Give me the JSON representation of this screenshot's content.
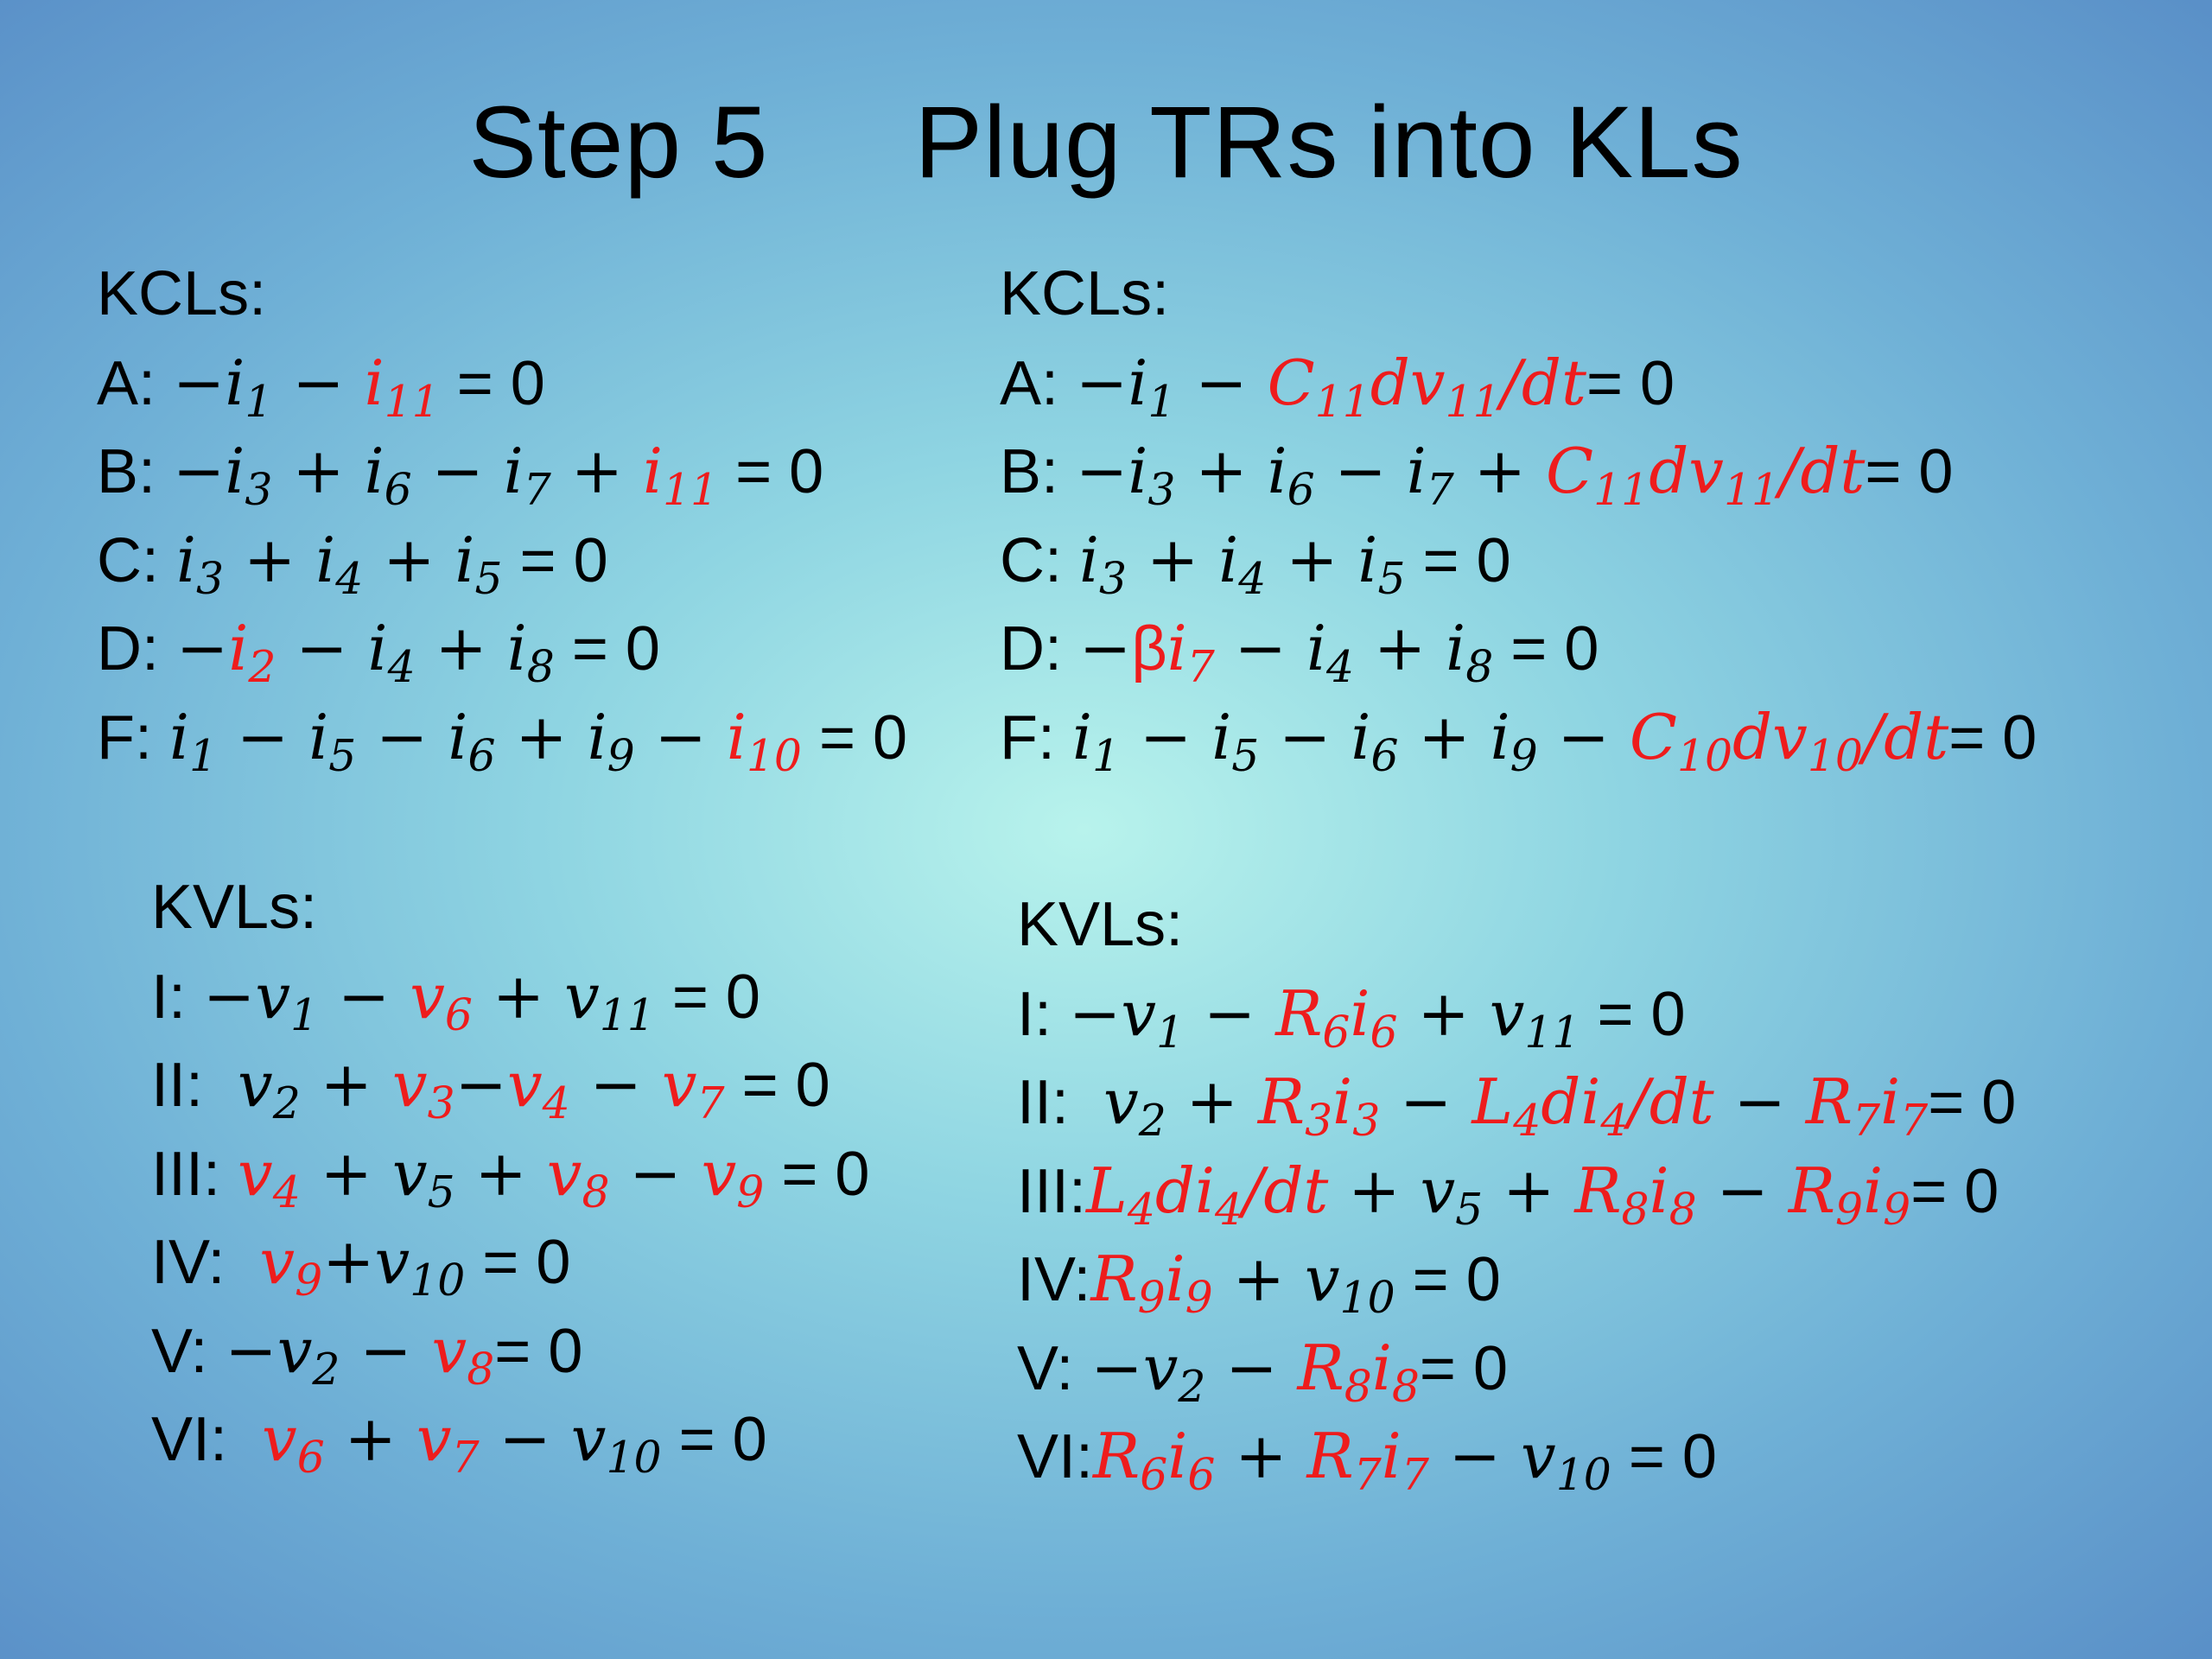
{
  "title": "Step 5     Plug TRs into KLs",
  "colors": {
    "highlight": "#ee1c1c",
    "text": "#000000"
  },
  "kcl_left": {
    "heading": "KCLs:",
    "lines": [
      {
        "label": "A: ",
        "parts": [
          {
            "t": "−"
          },
          {
            "t": "i",
            "sub": "1"
          },
          {
            "t": " − "
          },
          {
            "t": "i",
            "sub": "11",
            "red": true
          },
          {
            "t": " = 0",
            "n": true
          }
        ]
      },
      {
        "label": "B: ",
        "parts": [
          {
            "t": "−"
          },
          {
            "t": "i",
            "sub": "3"
          },
          {
            "t": " + "
          },
          {
            "t": "i",
            "sub": "6"
          },
          {
            "t": " − "
          },
          {
            "t": "i",
            "sub": "7"
          },
          {
            "t": " + "
          },
          {
            "t": "i",
            "sub": "11",
            "red": true
          },
          {
            "t": " = 0",
            "n": true
          }
        ]
      },
      {
        "label": "C: ",
        "parts": [
          {
            "t": "i",
            "sub": "3"
          },
          {
            "t": " + "
          },
          {
            "t": "i",
            "sub": "4"
          },
          {
            "t": " + "
          },
          {
            "t": "i",
            "sub": "5"
          },
          {
            "t": " = 0",
            "n": true
          }
        ]
      },
      {
        "label": "D: ",
        "parts": [
          {
            "t": "−"
          },
          {
            "t": "i",
            "sub": "2",
            "red": true
          },
          {
            "t": " − "
          },
          {
            "t": "i",
            "sub": "4"
          },
          {
            "t": " + "
          },
          {
            "t": "i",
            "sub": "8"
          },
          {
            "t": " = 0",
            "n": true
          }
        ]
      },
      {
        "label": "F: ",
        "parts": [
          {
            "t": "i",
            "sub": "1"
          },
          {
            "t": " − "
          },
          {
            "t": "i",
            "sub": "5"
          },
          {
            "t": " − "
          },
          {
            "t": "i",
            "sub": "6"
          },
          {
            "t": " + "
          },
          {
            "t": "i",
            "sub": "9"
          },
          {
            "t": " − "
          },
          {
            "t": "i",
            "sub": "10",
            "red": true
          },
          {
            "t": " = 0",
            "n": true
          }
        ]
      }
    ]
  },
  "kcl_right": {
    "heading": "KCLs:",
    "lines": [
      {
        "label": "A: ",
        "parts": [
          {
            "t": "−"
          },
          {
            "t": "i",
            "sub": "1"
          },
          {
            "t": " − "
          },
          {
            "t": "C",
            "sub": "11",
            "red": true
          },
          {
            "t": "dv",
            "sub": "11",
            "red": true
          },
          {
            "t": "/dt",
            "red": true
          },
          {
            "t": "= 0",
            "n": true
          }
        ]
      },
      {
        "label": "B: ",
        "parts": [
          {
            "t": "−"
          },
          {
            "t": "i",
            "sub": "3"
          },
          {
            "t": " + "
          },
          {
            "t": "i",
            "sub": "6"
          },
          {
            "t": " − "
          },
          {
            "t": "i",
            "sub": "7"
          },
          {
            "t": " + "
          },
          {
            "t": "C",
            "sub": "11",
            "red": true
          },
          {
            "t": "dv",
            "sub": "11",
            "red": true
          },
          {
            "t": "/dt",
            "red": true
          },
          {
            "t": "= 0",
            "n": true
          }
        ]
      },
      {
        "label": "C: ",
        "parts": [
          {
            "t": "i",
            "sub": "3"
          },
          {
            "t": " + "
          },
          {
            "t": "i",
            "sub": "4"
          },
          {
            "t": " + "
          },
          {
            "t": "i",
            "sub": "5"
          },
          {
            "t": " = 0",
            "n": true
          }
        ]
      },
      {
        "label": "D: ",
        "parts": [
          {
            "t": "−"
          },
          {
            "t": "β",
            "red": true,
            "n": true
          },
          {
            "t": "i",
            "sub": "7",
            "red": true
          },
          {
            "t": " − "
          },
          {
            "t": "i",
            "sub": "4"
          },
          {
            "t": " + "
          },
          {
            "t": "i",
            "sub": "8"
          },
          {
            "t": " = 0",
            "n": true
          }
        ]
      },
      {
        "label": "F: ",
        "parts": [
          {
            "t": "i",
            "sub": "1"
          },
          {
            "t": " − "
          },
          {
            "t": "i",
            "sub": "5"
          },
          {
            "t": " − "
          },
          {
            "t": "i",
            "sub": "6"
          },
          {
            "t": " + "
          },
          {
            "t": "i",
            "sub": "9"
          },
          {
            "t": " − "
          },
          {
            "t": "C",
            "sub": "10",
            "red": true
          },
          {
            "t": "dv",
            "sub": "10",
            "red": true
          },
          {
            "t": "/dt",
            "red": true
          },
          {
            "t": "= 0",
            "n": true
          }
        ]
      }
    ]
  },
  "kvl_left": {
    "heading": "KVLs:",
    "lines": [
      {
        "label": "I: ",
        "parts": [
          {
            "t": "−"
          },
          {
            "t": "v",
            "sub": "1"
          },
          {
            "t": " − "
          },
          {
            "t": "v",
            "sub": "6",
            "red": true
          },
          {
            "t": " + "
          },
          {
            "t": "v",
            "sub": "11"
          },
          {
            "t": " = 0",
            "n": true
          }
        ]
      },
      {
        "label": "II:  ",
        "parts": [
          {
            "t": "v",
            "sub": "2"
          },
          {
            "t": " + "
          },
          {
            "t": "v",
            "sub": "3",
            "red": true
          },
          {
            "t": "−"
          },
          {
            "t": "v",
            "sub": "4",
            "red": true
          },
          {
            "t": " − "
          },
          {
            "t": "v",
            "sub": "7",
            "red": true
          },
          {
            "t": " = 0",
            "n": true
          }
        ]
      },
      {
        "label": "III: ",
        "parts": [
          {
            "t": "v",
            "sub": "4",
            "red": true
          },
          {
            "t": " + "
          },
          {
            "t": "v",
            "sub": "5"
          },
          {
            "t": " + "
          },
          {
            "t": "v",
            "sub": "8",
            "red": true
          },
          {
            "t": " − "
          },
          {
            "t": "v",
            "sub": "9",
            "red": true
          },
          {
            "t": " = 0",
            "n": true
          }
        ]
      },
      {
        "label": "IV:  ",
        "parts": [
          {
            "t": "v",
            "sub": "9",
            "red": true
          },
          {
            "t": "+"
          },
          {
            "t": "v",
            "sub": "10"
          },
          {
            "t": " = 0",
            "n": true
          }
        ]
      },
      {
        "label": "V: ",
        "parts": [
          {
            "t": "−"
          },
          {
            "t": "v",
            "sub": "2"
          },
          {
            "t": " − "
          },
          {
            "t": "v",
            "sub": "8",
            "red": true
          },
          {
            "t": "= 0",
            "n": true
          }
        ]
      },
      {
        "label": "VI:  ",
        "parts": [
          {
            "t": "v",
            "sub": "6",
            "red": true
          },
          {
            "t": " + "
          },
          {
            "t": "v",
            "sub": "7",
            "red": true
          },
          {
            "t": " − "
          },
          {
            "t": "v",
            "sub": "10"
          },
          {
            "t": " = 0",
            "n": true
          }
        ]
      }
    ]
  },
  "kvl_right": {
    "heading": "KVLs:",
    "lines": [
      {
        "label": "I: ",
        "parts": [
          {
            "t": "−"
          },
          {
            "t": "v",
            "sub": "1"
          },
          {
            "t": " − "
          },
          {
            "t": "R",
            "sub": "6",
            "red": true
          },
          {
            "t": "i",
            "sub": "6",
            "red": true
          },
          {
            "t": " + "
          },
          {
            "t": "v",
            "sub": "11"
          },
          {
            "t": " = 0",
            "n": true
          }
        ]
      },
      {
        "label": "II:  ",
        "parts": [
          {
            "t": "v",
            "sub": "2"
          },
          {
            "t": " + "
          },
          {
            "t": "R",
            "sub": "3",
            "red": true
          },
          {
            "t": "i",
            "sub": "3",
            "red": true
          },
          {
            "t": " − "
          },
          {
            "t": "L",
            "sub": "4",
            "red": true
          },
          {
            "t": "di",
            "sub": "4",
            "red": true
          },
          {
            "t": "/dt",
            "red": true
          },
          {
            "t": " − "
          },
          {
            "t": "R",
            "sub": "7",
            "red": true
          },
          {
            "t": "i",
            "sub": "7",
            "red": true
          },
          {
            "t": "= 0",
            "n": true
          }
        ]
      },
      {
        "label": "III:",
        "parts": [
          {
            "t": "L",
            "sub": "4",
            "red": true
          },
          {
            "t": "di",
            "sub": "4",
            "red": true
          },
          {
            "t": "/dt",
            "red": true
          },
          {
            "t": " + "
          },
          {
            "t": "v",
            "sub": "5"
          },
          {
            "t": " + "
          },
          {
            "t": "R",
            "sub": "8",
            "red": true
          },
          {
            "t": "i",
            "sub": "8",
            "red": true
          },
          {
            "t": " − "
          },
          {
            "t": "R",
            "sub": "9",
            "red": true
          },
          {
            "t": "i",
            "sub": "9",
            "red": true
          },
          {
            "t": "= 0",
            "n": true
          }
        ]
      },
      {
        "label": "IV:",
        "parts": [
          {
            "t": "R",
            "sub": "9",
            "red": true
          },
          {
            "t": "i",
            "sub": "9",
            "red": true
          },
          {
            "t": " + "
          },
          {
            "t": "v",
            "sub": "10"
          },
          {
            "t": " = 0",
            "n": true
          }
        ]
      },
      {
        "label": "V: ",
        "parts": [
          {
            "t": "−"
          },
          {
            "t": "v",
            "sub": "2"
          },
          {
            "t": " − "
          },
          {
            "t": "R",
            "sub": "8",
            "red": true
          },
          {
            "t": "i",
            "sub": "8",
            "red": true
          },
          {
            "t": "= 0",
            "n": true
          }
        ]
      },
      {
        "label": "VI:",
        "parts": [
          {
            "t": "R",
            "sub": "6",
            "red": true
          },
          {
            "t": "i",
            "sub": "6",
            "red": true
          },
          {
            "t": " + "
          },
          {
            "t": "R",
            "sub": "7",
            "red": true
          },
          {
            "t": "i",
            "sub": "7",
            "red": true
          },
          {
            "t": " − "
          },
          {
            "t": "v",
            "sub": "10"
          },
          {
            "t": " = 0",
            "n": true
          }
        ]
      }
    ]
  }
}
